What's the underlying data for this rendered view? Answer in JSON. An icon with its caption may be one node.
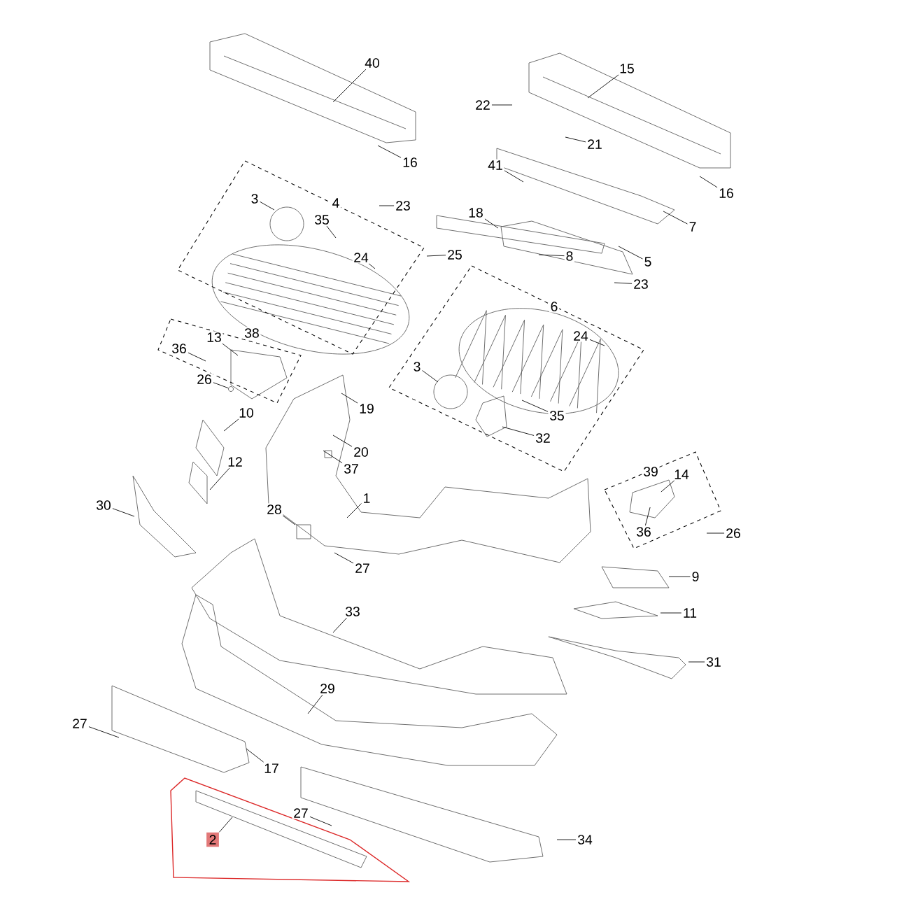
{
  "diagram": {
    "nodes": [
      {
        "text": [
          "40"
        ]
      },
      {
        "text": [
          "15"
        ]
      },
      {
        "text": [
          "22"
        ]
      },
      {
        "text": [
          "21"
        ]
      },
      {
        "text": [
          "16"
        ]
      },
      {
        "text": [
          "16"
        ]
      },
      {
        "text": [
          "41"
        ]
      },
      {
        "text": [
          "3"
        ]
      },
      {
        "text": [
          "35"
        ]
      },
      {
        "text": [
          "23"
        ]
      },
      {
        "text": [
          "7"
        ]
      },
      {
        "text": [
          "18"
        ]
      },
      {
        "text": [
          "25"
        ]
      },
      {
        "text": [
          "24"
        ]
      },
      {
        "text": [
          "8"
        ]
      },
      {
        "text": [
          "5"
        ]
      },
      {
        "text": [
          "23"
        ]
      },
      {
        "text": [
          "24"
        ]
      },
      {
        "text": [
          "3"
        ]
      },
      {
        "text": [
          "13"
        ]
      },
      {
        "text": [
          "36"
        ]
      },
      {
        "text": [
          "26"
        ]
      },
      {
        "text": [
          "19"
        ]
      },
      {
        "text": [
          "10"
        ]
      },
      {
        "text": [
          "20"
        ]
      },
      {
        "text": [
          "35"
        ]
      },
      {
        "text": [
          "32"
        ]
      },
      {
        "text": [
          "37"
        ]
      },
      {
        "text": [
          "12"
        ]
      },
      {
        "text": [
          "14"
        ],
        "in": 46
      },
      {
        "text": [
          "30"
        ]
      },
      {
        "text": [
          "28"
        ]
      },
      {
        "text": [
          "1"
        ]
      },
      {
        "text": [
          "36"
        ],
        "in": 46
      },
      {
        "text": [
          "26"
        ]
      },
      {
        "text": [
          "27"
        ]
      },
      {
        "text": [
          "9"
        ]
      },
      {
        "text": [
          "11"
        ]
      },
      {
        "text": [
          "33"
        ]
      },
      {
        "text": [
          "31"
        ]
      },
      {
        "text": [
          "29"
        ]
      },
      {
        "text": [
          "27"
        ]
      },
      {
        "text": [
          "17"
        ]
      },
      {
        "text": [
          "27"
        ]
      },
      {
        "text": [
          "2"
        ]
      },
      {
        "text": [
          "34"
        ]
      },
      {
        "text": [
          "39"
        ]
      },
      {
        "text": [],
        "shape": "picture",
        "in": 46
      },
      {
        "text": [],
        "shape": "circle"
      }
    ],
    "edges": [
      {
        "from": 0,
        "to": null,
        "arrow": "none"
      },
      {
        "from": 1,
        "to": null,
        "arrow": "none"
      },
      {
        "from": 2,
        "to": null,
        "arrow": "none"
      },
      {
        "from": 3,
        "to": null,
        "arrow": "none"
      },
      {
        "from": 4,
        "to": null,
        "arrow": "none"
      },
      {
        "from": 5,
        "to": null,
        "arrow": "none"
      },
      {
        "from": 6,
        "to": null,
        "arrow": "none"
      },
      {
        "from": 7,
        "to": null,
        "arrow": "none"
      },
      {
        "from": 8,
        "to": null,
        "arrow": "none"
      },
      {
        "from": 9,
        "to": null,
        "arrow": "none"
      },
      {
        "from": 10,
        "to": null,
        "arrow": "none"
      },
      {
        "from": 11,
        "to": null,
        "arrow": "none"
      },
      {
        "from": 12,
        "to": null,
        "arrow": "none"
      },
      {
        "from": 13,
        "to": null,
        "arrow": "none"
      },
      {
        "from": 14,
        "to": null,
        "arrow": "none"
      },
      {
        "from": 15,
        "to": null,
        "arrow": "none"
      },
      {
        "from": 16,
        "to": null,
        "arrow": "none"
      },
      {
        "from": 17,
        "to": null,
        "arrow": "none"
      },
      {
        "from": 18,
        "to": null,
        "arrow": "none"
      },
      {
        "from": 19,
        "to": null,
        "arrow": "none"
      },
      {
        "from": 20,
        "to": null,
        "arrow": "none"
      },
      {
        "from": 21,
        "to": 48,
        "arrow": "none"
      },
      {
        "from": 22,
        "to": null,
        "arrow": "none"
      },
      {
        "from": 23,
        "to": null,
        "arrow": "none"
      },
      {
        "from": 24,
        "to": null,
        "arrow": "none"
      },
      {
        "from": 25,
        "to": null,
        "arrow": "none"
      },
      {
        "from": 26,
        "to": null,
        "arrow": "none"
      },
      {
        "from": 27,
        "to": null,
        "arrow": "none"
      },
      {
        "from": 28,
        "to": null,
        "arrow": "none"
      },
      {
        "from": 29,
        "to": 47,
        "arrow": "none"
      },
      {
        "from": 30,
        "to": null,
        "arrow": "none"
      },
      {
        "from": 31,
        "to": null,
        "arrow": "none"
      },
      {
        "from": 32,
        "to": null,
        "arrow": "none"
      },
      {
        "from": 33,
        "to": 47,
        "arrow": "none"
      },
      {
        "from": 34,
        "to": null,
        "arrow": "none"
      },
      {
        "from": 35,
        "to": null,
        "arrow": "none"
      },
      {
        "from": 36,
        "to": null,
        "arrow": "none"
      },
      {
        "from": 37,
        "to": null,
        "arrow": "none"
      },
      {
        "from": 38,
        "to": null,
        "arrow": "none"
      },
      {
        "from": 39,
        "to": null,
        "arrow": "none"
      },
      {
        "from": 40,
        "to": null,
        "arrow": "none"
      },
      {
        "from": 41,
        "to": null,
        "arrow": "none"
      },
      {
        "from": 42,
        "to": null,
        "arrow": "none"
      },
      {
        "from": 43,
        "to": null,
        "arrow": "none"
      },
      {
        "from": 44,
        "to": null,
        "arrow": "none"
      },
      {
        "from": 45,
        "to": null,
        "arrow": "none"
      }
    ],
    "labels": [
      "4",
      "6",
      "38"
    ]
  }
}
